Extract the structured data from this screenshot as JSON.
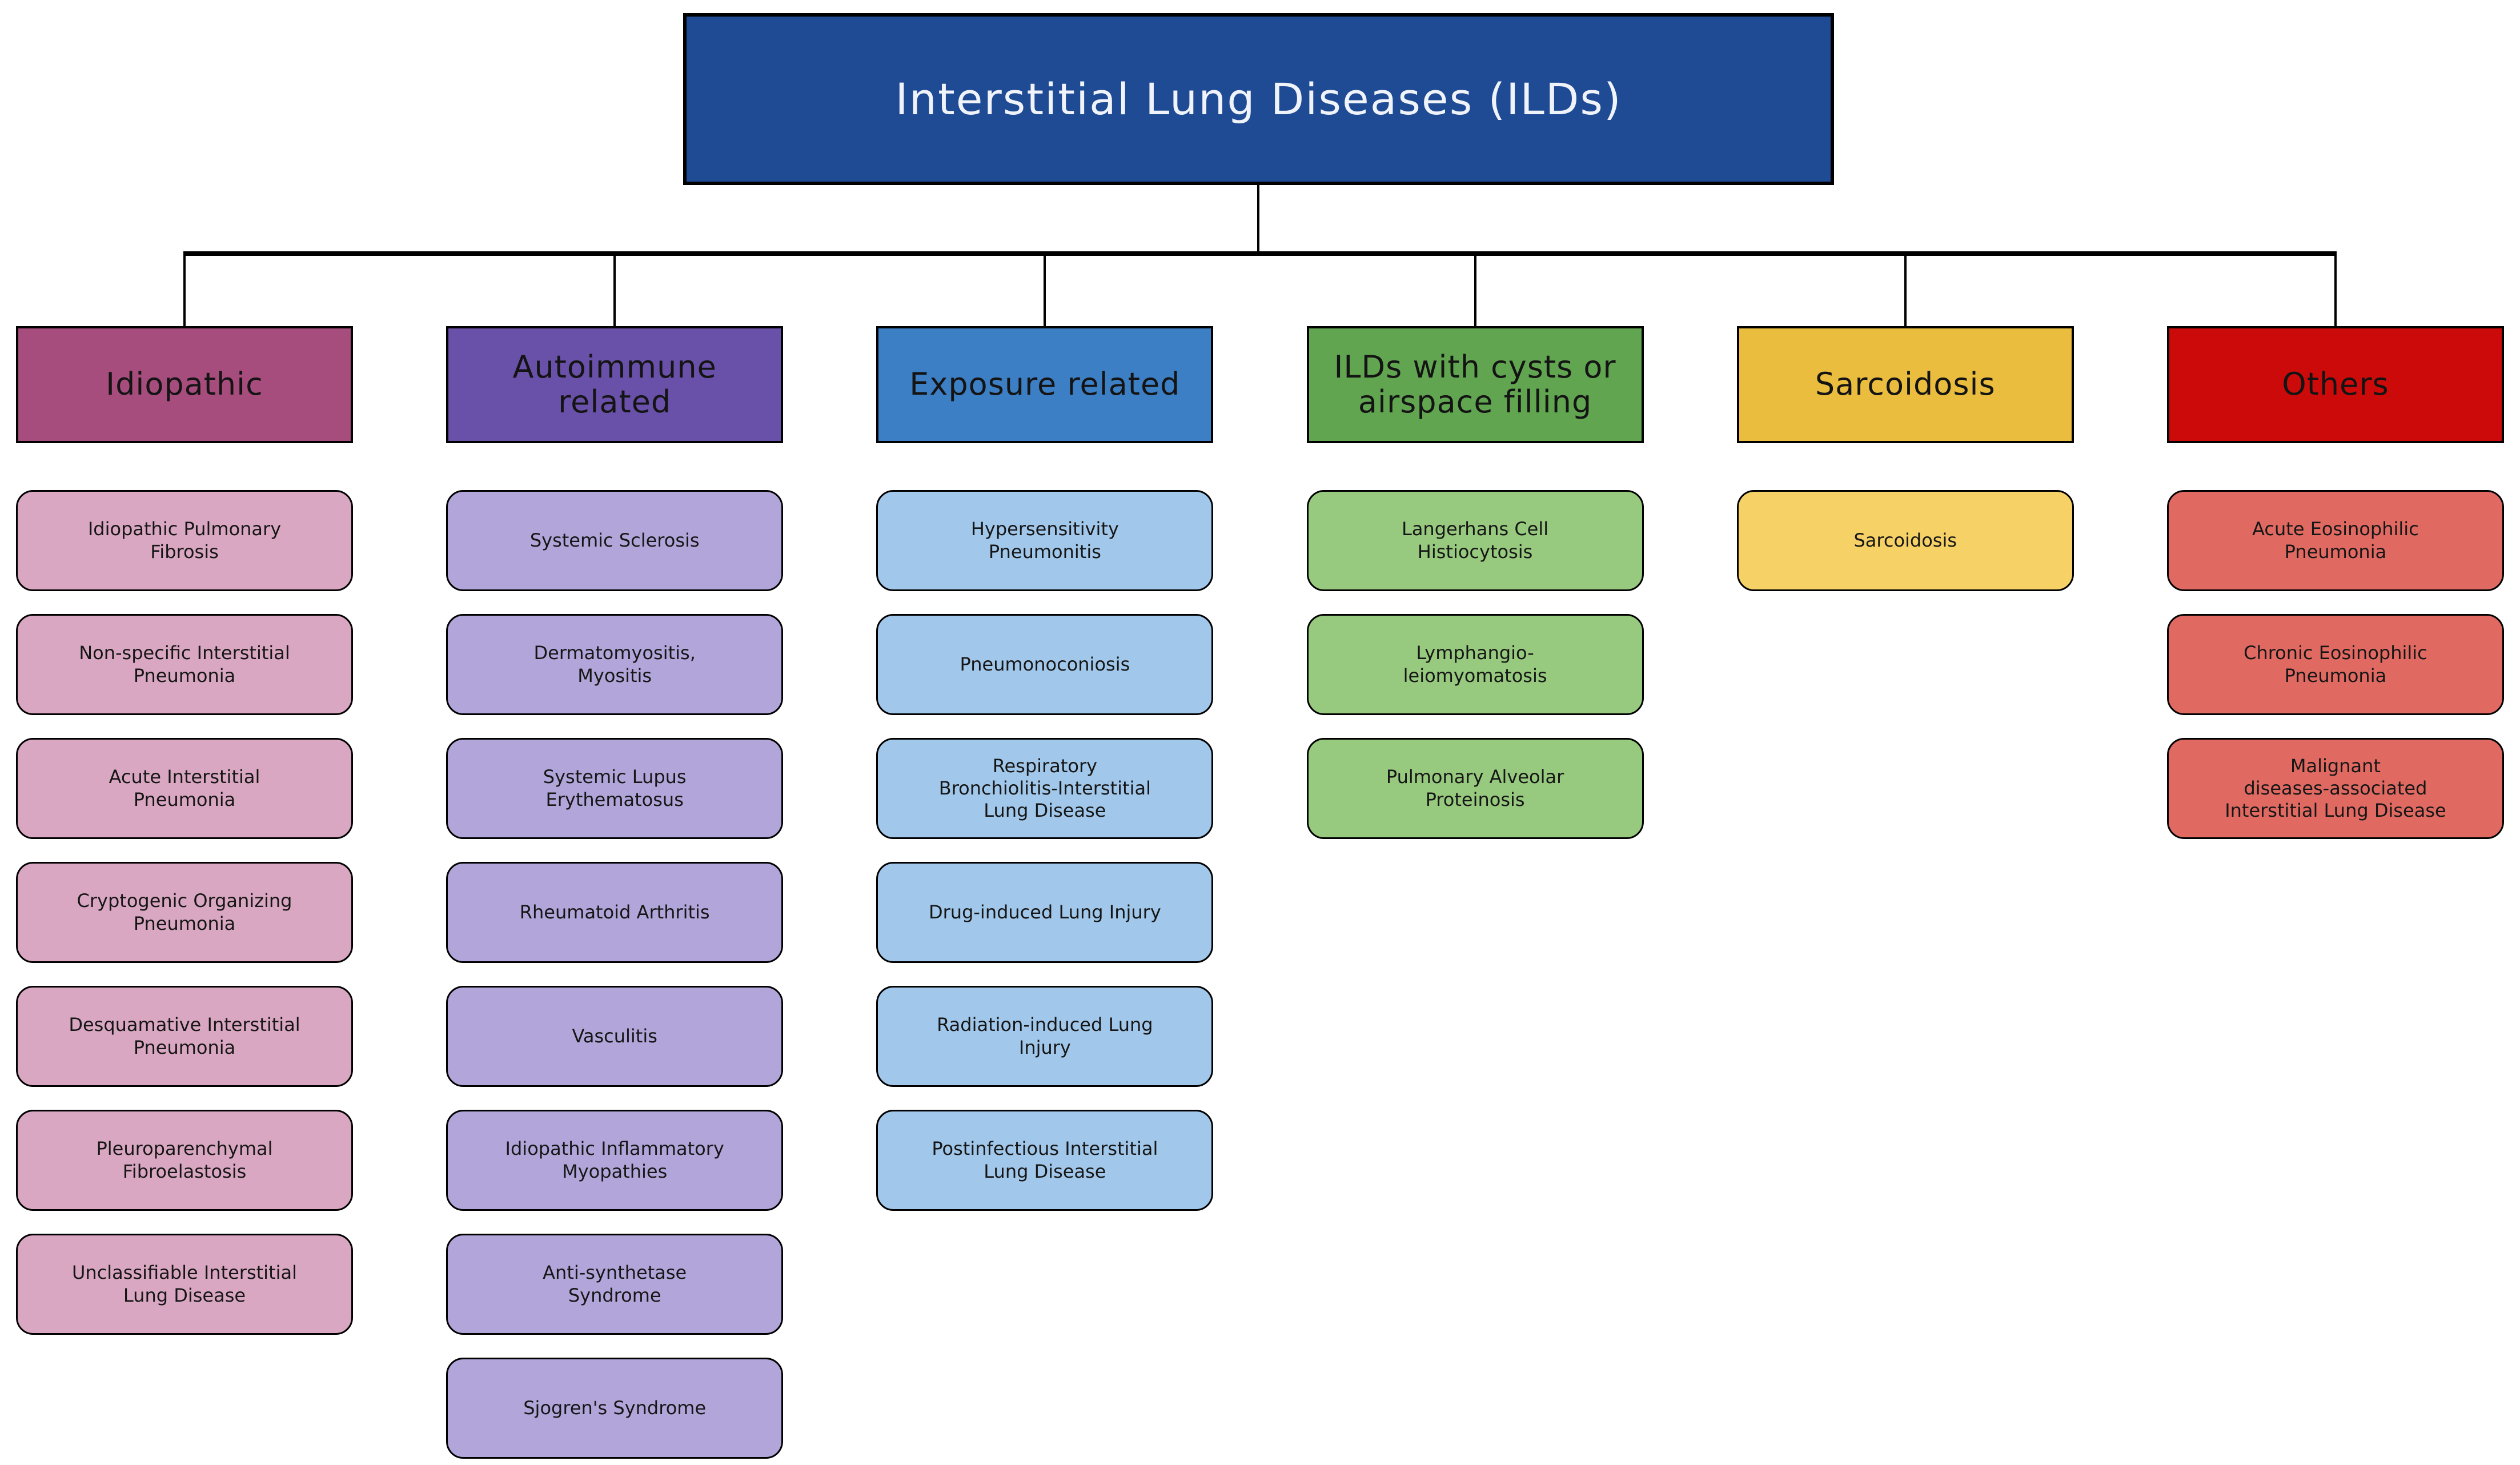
{
  "title": "Interstitial Lung Diseases (ILDs)",
  "colors": {
    "title_bg": "#1e4b94",
    "title_text": "#f0f3f9",
    "connector": "#000000",
    "node_text": "#141414"
  },
  "columns": [
    {
      "label": "Idiopathic",
      "header_bg": "#a64d7d",
      "item_bg": "#d9a7c1",
      "items": [
        "Idiopathic Pulmonary\nFibrosis",
        "Non-specific Interstitial\nPneumonia",
        "Acute Interstitial\nPneumonia",
        "Cryptogenic Organizing\nPneumonia",
        "Desquamative Interstitial\nPneumonia",
        "Pleuroparenchymal\nFibroelastosis",
        "Unclassifiable Interstitial\nLung Disease"
      ]
    },
    {
      "label": "Autoimmune\nrelated",
      "header_bg": "#6950a8",
      "item_bg": "#b2a5da",
      "items": [
        "Systemic Sclerosis",
        "Dermatomyositis,\nMyositis",
        "Systemic Lupus\nErythematosus",
        "Rheumatoid Arthritis",
        "Vasculitis",
        "Idiopathic Inflammatory\nMyopathies",
        "Anti-synthetase\nSyndrome",
        "Sjogren's Syndrome"
      ]
    },
    {
      "label": "Exposure related",
      "header_bg": "#3d7fc4",
      "item_bg": "#a1c7ea",
      "items": [
        "Hypersensitivity\nPneumonitis",
        "Pneumonoconiosis",
        "Respiratory\nBronchiolitis-Interstitial\nLung Disease",
        "Drug-induced Lung Injury",
        "Radiation-induced Lung\nInjury",
        "Postinfectious Interstitial\nLung Disease"
      ]
    },
    {
      "label": "ILDs with cysts or\nairspace filling",
      "header_bg": "#61a551",
      "item_bg": "#97c97e",
      "items": [
        "Langerhans Cell\nHistiocytosis",
        "Lymphangio-\nleiomyomatosis",
        "Pulmonary Alveolar\nProteinosis"
      ]
    },
    {
      "label": "Sarcoidosis",
      "header_bg": "#eabd3e",
      "item_bg": "#f6d166",
      "items": [
        "Sarcoidosis"
      ]
    },
    {
      "label": "Others",
      "header_bg": "#cd0a0a",
      "item_bg": "#e06a62",
      "items": [
        "Acute Eosinophilic\nPneumonia",
        "Chronic Eosinophilic\nPneumonia",
        "Malignant\ndiseases-associated\nInterstitial Lung Disease"
      ]
    }
  ]
}
